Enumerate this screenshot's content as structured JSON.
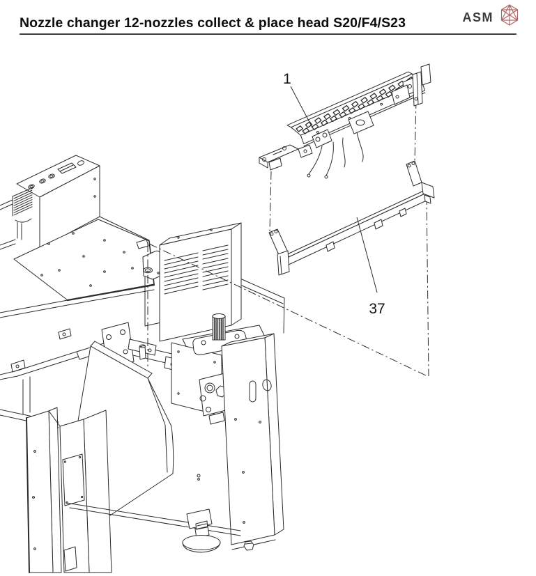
{
  "header": {
    "title": "Nozzle changer 12-nozzles collect & place head S20/F4/S23",
    "brand": "ASM"
  },
  "diagram": {
    "callouts": [
      {
        "label": "1"
      },
      {
        "label": "37"
      }
    ]
  },
  "colors": {
    "line": "#2b2b2b",
    "title": "#0d0d0d",
    "rule": "#3f3f3f",
    "brand_text": "#3a3a3a",
    "brand_icon": "#b06767"
  }
}
